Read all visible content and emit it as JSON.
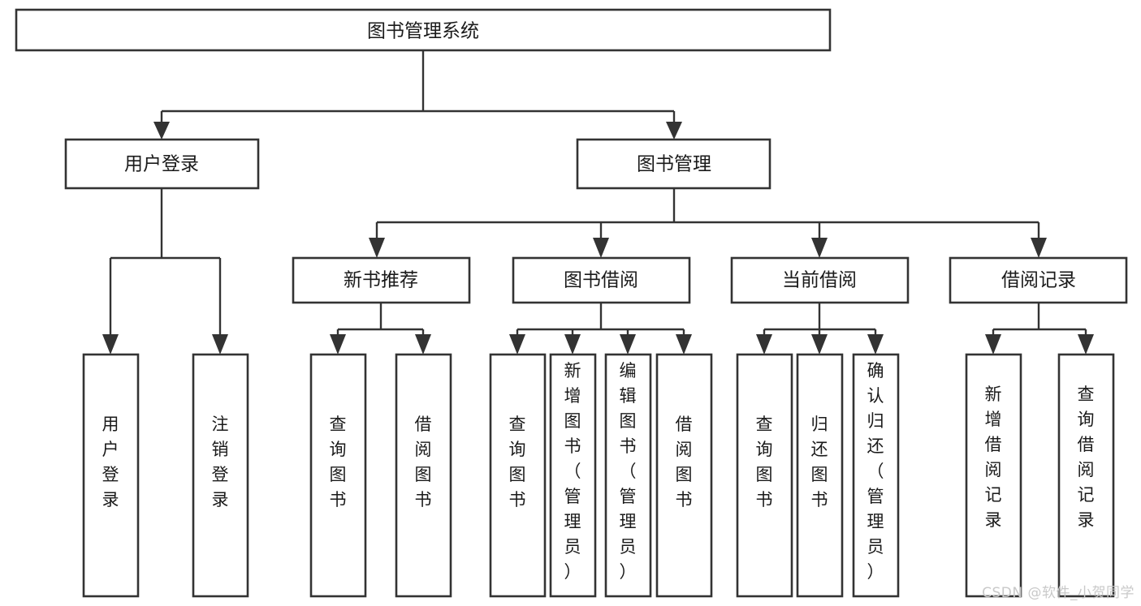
{
  "diagram": {
    "type": "tree-flowchart",
    "title": "图书管理系统",
    "orientation": "top-down",
    "root": {
      "id": "root",
      "label": "图书管理系统"
    },
    "level2": [
      {
        "id": "user-login",
        "label": "用户登录"
      },
      {
        "id": "book-manage",
        "label": "图书管理"
      }
    ],
    "level3": [
      {
        "id": "new-book-rec",
        "label": "新书推荐",
        "parent": "book-manage"
      },
      {
        "id": "book-borrow",
        "label": "图书借阅",
        "parent": "book-manage"
      },
      {
        "id": "current-borrow",
        "label": "当前借阅",
        "parent": "book-manage"
      },
      {
        "id": "borrow-record",
        "label": "借阅记录",
        "parent": "book-manage"
      }
    ],
    "leaves": [
      {
        "id": "leaf-user-login",
        "label": "用户登录",
        "parent": "user-login"
      },
      {
        "id": "leaf-user-logout",
        "label": "注销登录",
        "parent": "user-login"
      },
      {
        "id": "leaf-query-book-1",
        "label": "查询图书",
        "parent": "new-book-rec"
      },
      {
        "id": "leaf-borrow-book-1",
        "label": "借阅图书",
        "parent": "new-book-rec"
      },
      {
        "id": "leaf-query-book-2",
        "label": "查询图书",
        "parent": "book-borrow"
      },
      {
        "id": "leaf-add-book",
        "label": "新增图书（管理员）",
        "parent": "book-borrow"
      },
      {
        "id": "leaf-edit-book",
        "label": "编辑图书（管理员）",
        "parent": "book-borrow"
      },
      {
        "id": "leaf-borrow-book-2",
        "label": "借阅图书",
        "parent": "book-borrow"
      },
      {
        "id": "leaf-query-book-3",
        "label": "查询图书",
        "parent": "current-borrow"
      },
      {
        "id": "leaf-return-book",
        "label": "归还图书",
        "parent": "current-borrow"
      },
      {
        "id": "leaf-confirm-return",
        "label": "确认归还（管理员）",
        "parent": "current-borrow"
      },
      {
        "id": "leaf-add-record",
        "label": "新增借阅记录",
        "parent": "borrow-record"
      },
      {
        "id": "leaf-query-record",
        "label": "查询借阅记录",
        "parent": "borrow-record"
      }
    ]
  },
  "watermark": {
    "text": "CSDN @软件_小贺同学"
  },
  "colors": {
    "box_stroke": "#333333",
    "box_fill": "#ffffff",
    "text": "#1a1a1a",
    "connector": "#333333",
    "watermark": "#c9c9c9",
    "background": "#ffffff"
  }
}
